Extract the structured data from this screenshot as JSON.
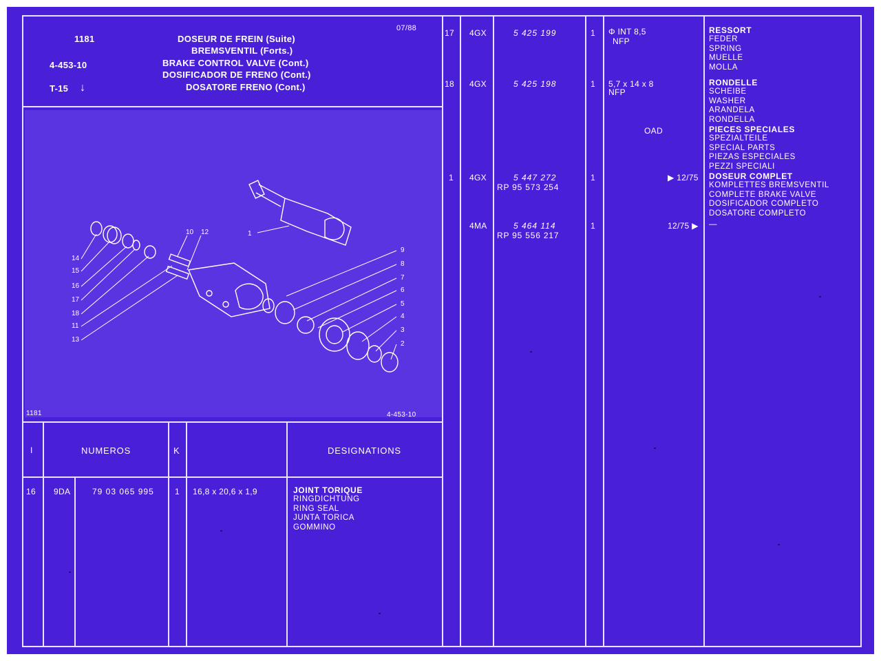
{
  "colors": {
    "background": "#4a1fd8",
    "ink": "#ffffff",
    "rule": "#e8e4ff"
  },
  "header": {
    "page_num": "1181",
    "ref": "4-453-10",
    "tab": "T-15",
    "date": "07/88",
    "titles": [
      "DOSEUR DE FREIN (Suite)",
      "BREMSVENTIL (Forts.)",
      "BRAKE CONTROL VALVE (Cont.)",
      "DOSIFICADOR DE FRENO (Cont.)",
      "DOSATORE FRENO (Cont.)"
    ]
  },
  "figure": {
    "page_num": "1181",
    "ref": "4-453-10",
    "callouts": {
      "c1": "1",
      "c2": "2",
      "c3": "3",
      "c4": "4",
      "c5": "5",
      "c6": "6",
      "c7": "7",
      "c8": "8",
      "c9": "9",
      "c10": "10",
      "c12": "12",
      "c14": "14",
      "c15": "15",
      "c16": "16",
      "c17": "17",
      "c18": "18",
      "c11": "11",
      "c13": "13"
    }
  },
  "table_header": {
    "col_index": "I",
    "col_numbers": "NUMEROS",
    "col_k": "K",
    "col_designations": "DESIGNATIONS"
  },
  "left_rows": [
    {
      "index": "16",
      "code": "9DA",
      "part_number": "79 03 065 995",
      "qty": "1",
      "spec": "16,8 x 20,6 x 1,9",
      "designations": [
        "JOINT TORIQUE",
        "RINGDICHTUNG",
        "RING SEAL",
        "JUNTA TORICA",
        "GOMMINO"
      ]
    }
  ],
  "right_rows": [
    {
      "index": "17",
      "code": "4GX",
      "part_number": "5 425 199",
      "part_number_2": "",
      "qty": "1",
      "spec": "Φ INT 8,5",
      "spec_2": "NFP",
      "designations": [
        "RESSORT",
        "FEDER",
        "SPRING",
        "MUELLE",
        "MOLLA"
      ]
    },
    {
      "index": "18",
      "code": "4GX",
      "part_number": "5 425 198",
      "part_number_2": "",
      "qty": "1",
      "spec": "5,7 x 14 x 8",
      "spec_2": "NFP",
      "designations": [
        "RONDELLE",
        "SCHEIBE",
        "WASHER",
        "ARANDELA",
        "RONDELLA"
      ]
    },
    {
      "index": "",
      "code": "",
      "part_number": "",
      "part_number_2": "",
      "qty": "",
      "spec": "OAD",
      "spec_2": "",
      "designations": [
        "PIECES SPECIALES",
        "SPEZIALTEILE",
        "SPECIAL PARTS",
        "PIEZAS ESPECIALES",
        "PEZZI SPECIALI"
      ]
    },
    {
      "index": "1",
      "code": "4GX",
      "part_number": "5 447 272",
      "part_number_2": "RP 95 573 254",
      "qty": "1",
      "spec": "▶ 12/75",
      "spec_2": "",
      "designations": [
        "DOSEUR COMPLET",
        "KOMPLETTES BREMSVENTIL",
        "COMPLETE BRAKE VALVE",
        "DOSIFICADOR COMPLETO",
        "DOSATORE COMPLETO"
      ]
    },
    {
      "index": "",
      "code": "4MA",
      "part_number": "5 464 114",
      "part_number_2": "RP 95 556 217",
      "qty": "1",
      "spec": "12/75 ▶",
      "spec_2": "",
      "designations": [
        "—"
      ]
    }
  ]
}
